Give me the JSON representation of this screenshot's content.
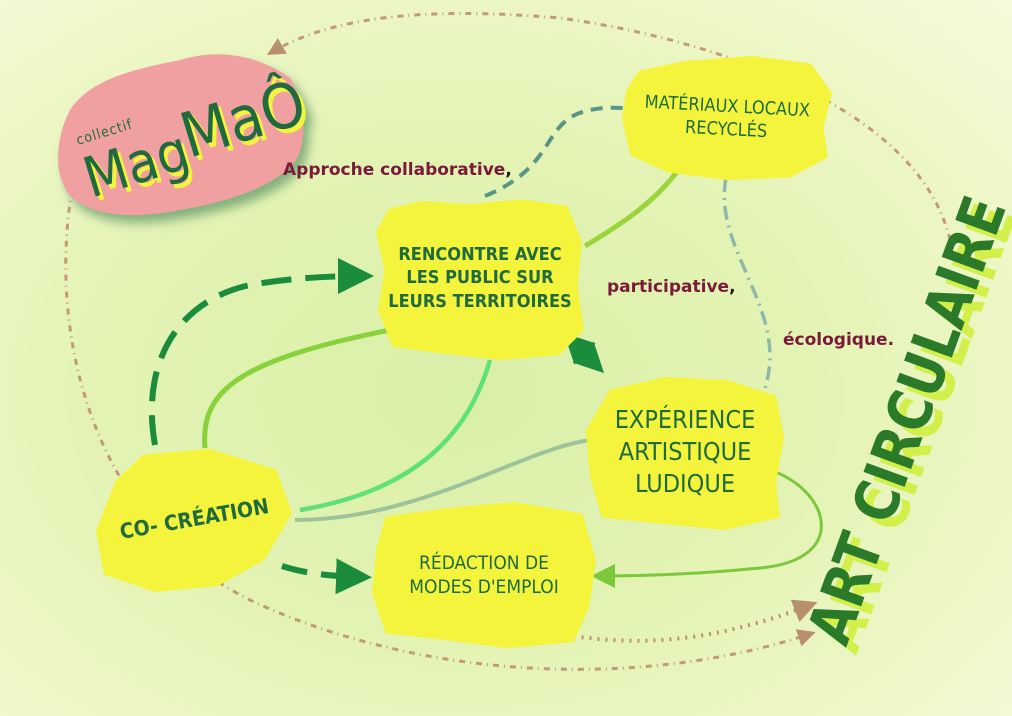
{
  "logo": {
    "small": "collectif",
    "big_left": "Mag",
    "big_right": "MaÔ"
  },
  "nodes": {
    "rencontre": "RENCONTRE AVEC\nLES PUBLIC SUR\nLEURS TERRITOIRES",
    "materiaux": "MATÉRIAUX LOCAUX\nRECYCLÉS",
    "experience": "EXPÉRIENCE\nARTISTIQUE\nLUDIQUE",
    "cocreation": "CO- CRÉATION",
    "redaction": "RÉDACTION DE\nMODES D'EMPLOI"
  },
  "labels": {
    "approche": "Approche collaborative",
    "participative": "participative",
    "ecologique": "écologique.",
    "comma": ","
  },
  "title": "ART CIRCULAIRE",
  "colors": {
    "background": "#e3f3b4",
    "node_fill": "#f4f43c",
    "node_text": "#1f6b3e",
    "logo_fill": "#f0a0a0",
    "label_text": "#7a1a3a",
    "dark_green": "#1a8c3c",
    "light_green": "#8ad23c",
    "dotted_brown": "#c29a78",
    "grey_teal": "#5a9484"
  }
}
